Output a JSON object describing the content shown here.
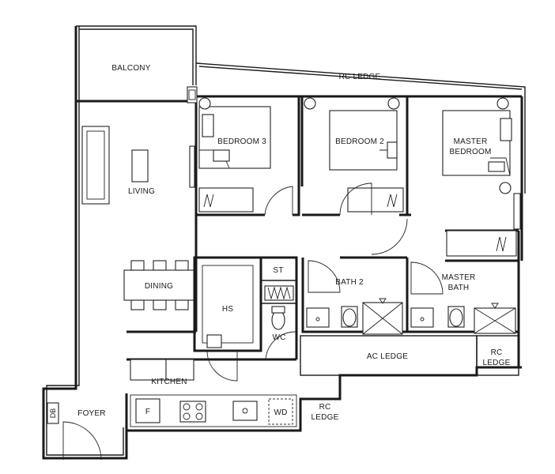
{
  "rooms": {
    "balcony": "BALCONY",
    "rc_ledge_top": "RC LEDGE",
    "bedroom3": "BEDROOM 3",
    "bedroom2": "BEDROOM 2",
    "master_bedroom": [
      "MASTER",
      "BEDROOM"
    ],
    "living": "LIVING",
    "dining": "DINING",
    "st": "ST",
    "hs": "HS",
    "wc": "WC",
    "bath2": "BATH 2",
    "master_bath": [
      "MASTER",
      "BATH"
    ],
    "ac_ledge": "AC LEDGE",
    "rc_ledge_right": [
      "RC",
      "LEDGE"
    ],
    "kitchen": "KITCHEN",
    "f": "F",
    "wd": "WD",
    "rc_ledge_bottom": [
      "RC",
      "LEDGE"
    ],
    "foyer": "FOYER",
    "db": "DB"
  },
  "colors": {
    "line": "#1a1a1a",
    "background": "#ffffff"
  }
}
